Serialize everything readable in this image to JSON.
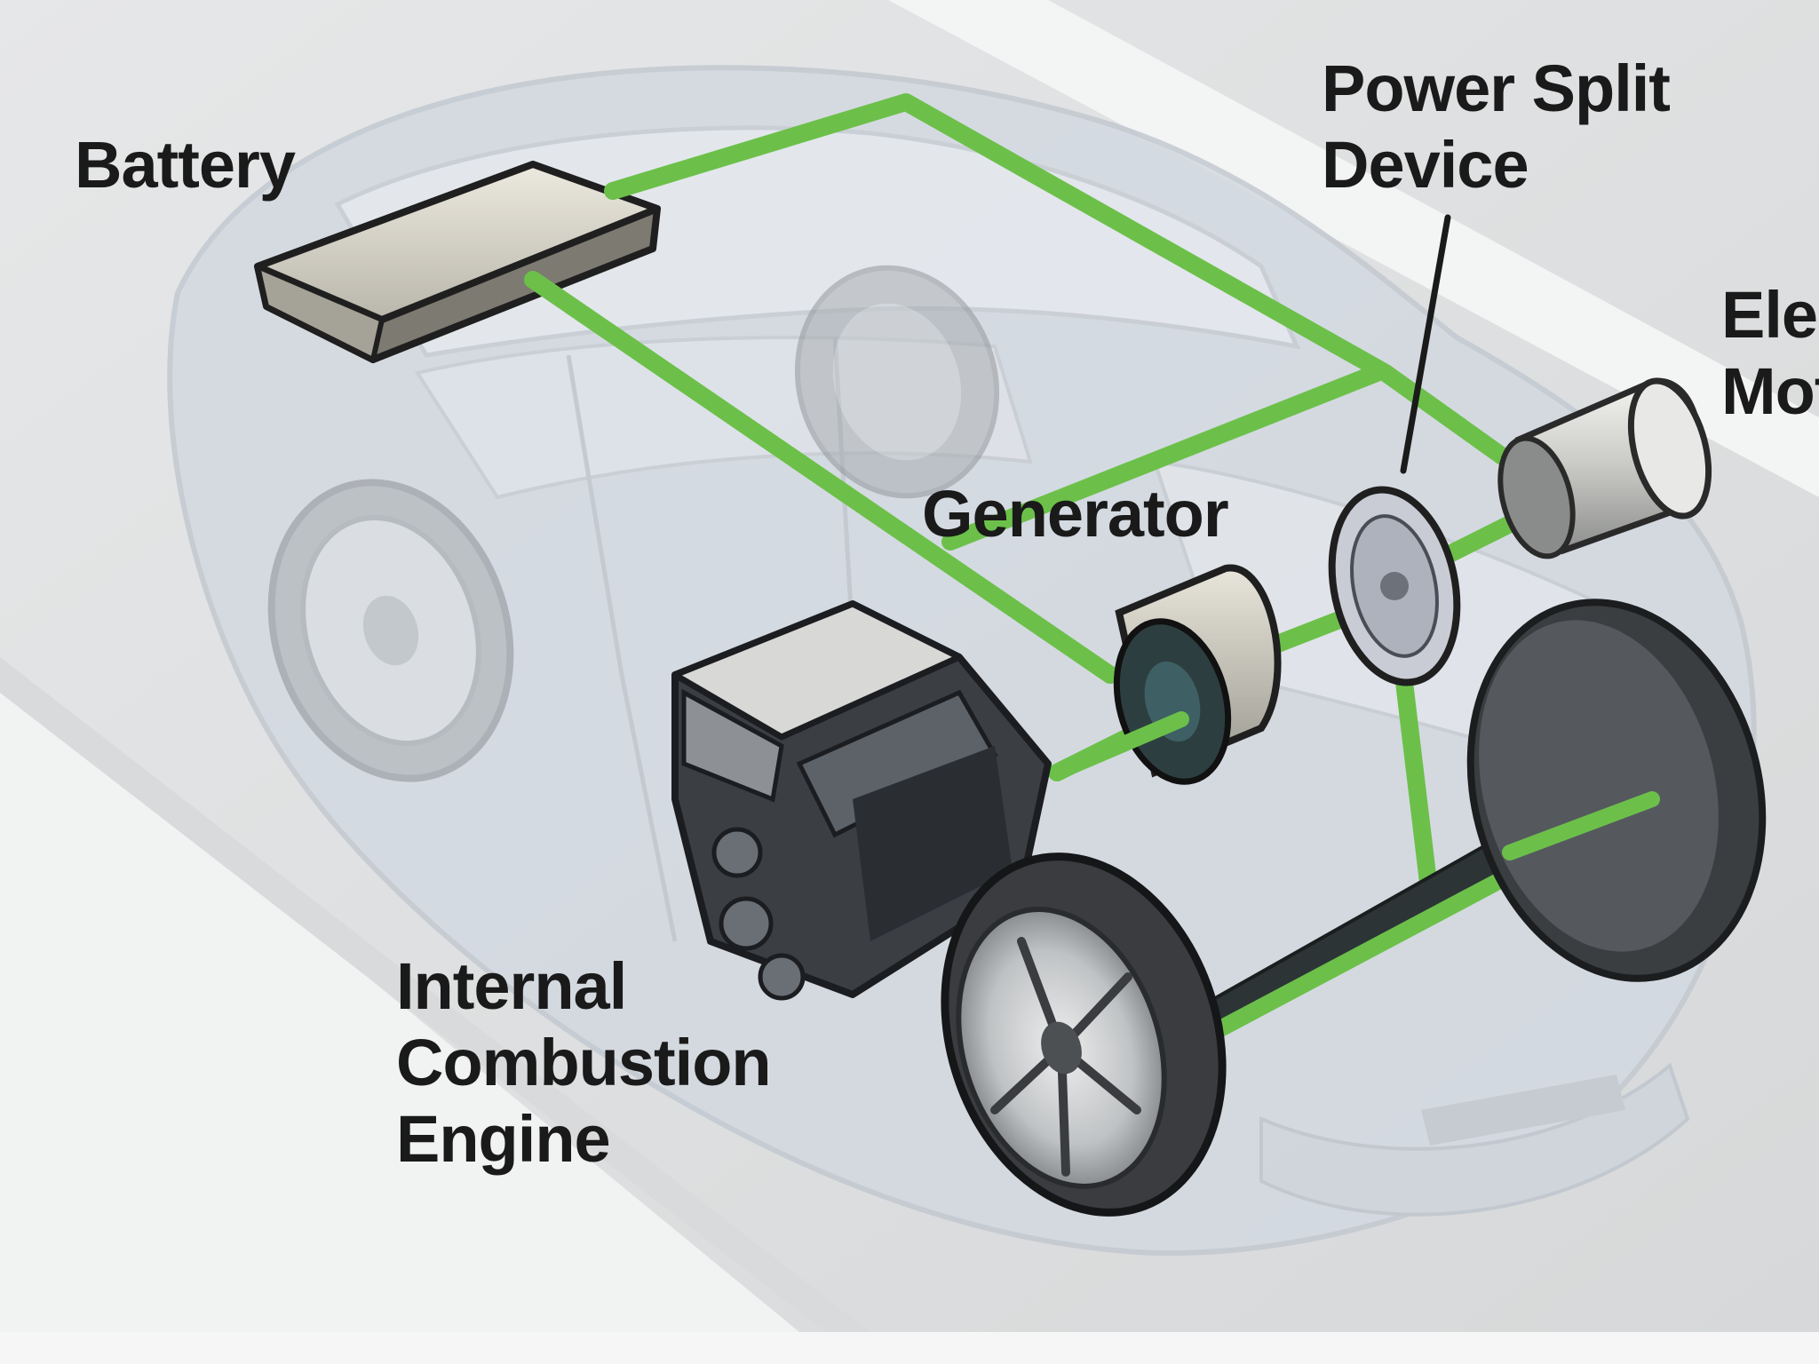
{
  "labels": {
    "battery": "Battery",
    "power_split": [
      "Power Split",
      "Device"
    ],
    "electric_motor": [
      "Elec",
      "Mot"
    ],
    "generator": "Generator",
    "engine": [
      "Internal",
      "Combustion",
      "Engine"
    ]
  },
  "colors": {
    "power_line": "#6cc04a",
    "background": "#e2e3e4",
    "road": "#f4f5f5",
    "car_body": "#d4dae2",
    "component_dark": "#2b3437",
    "component_light": "#d9d6cc",
    "tire": "#3d3f41"
  }
}
